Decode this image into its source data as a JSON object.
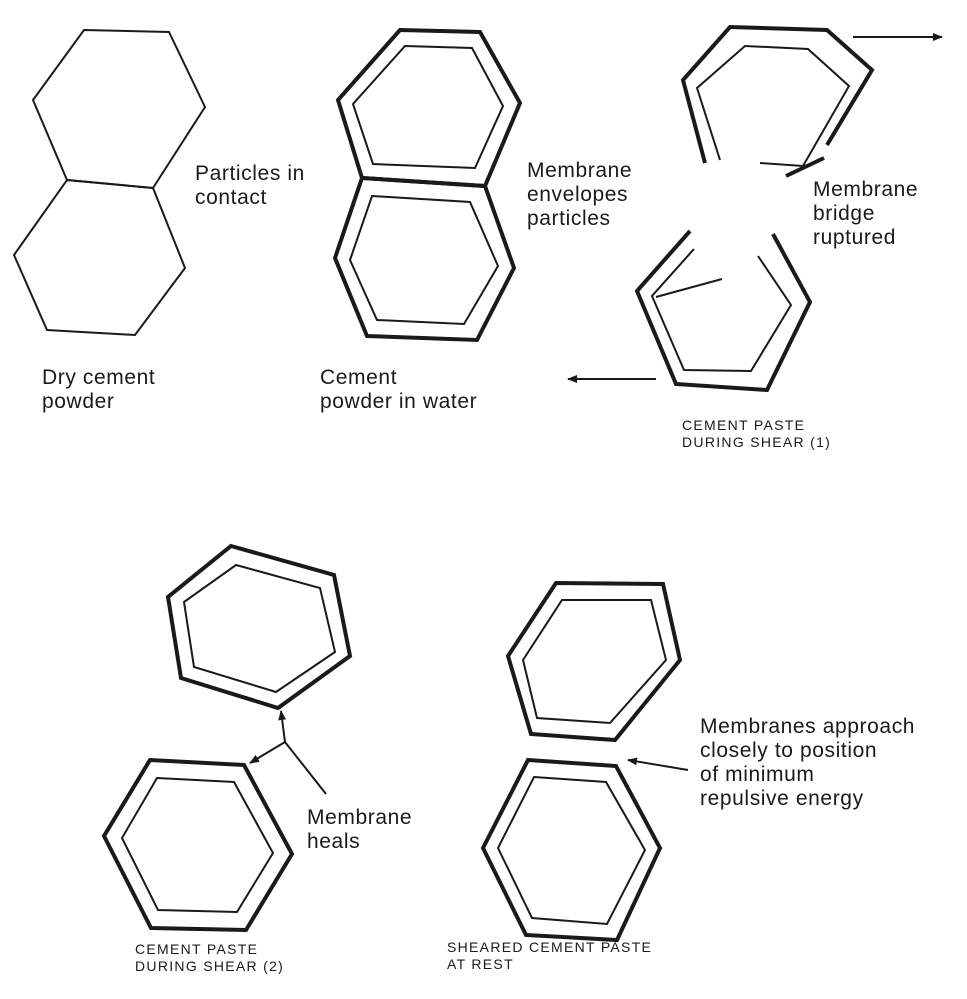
{
  "labels": {
    "particles_in_contact": "Particles in\ncontact",
    "dry_cement_powder": "Dry cement\npowder",
    "membrane_envelopes": "Membrane\nenvelopes\nparticles",
    "cement_in_water": "Cement\npowder in water",
    "membrane_bridge_ruptured": "Membrane\nbridge\nruptured",
    "paste_during_shear_1": "CEMENT PASTE\nDURING SHEAR (1)",
    "membrane_heals": "Membrane\nheals",
    "paste_during_shear_2": "CEMENT PASTE\nDURING SHEAR (2)",
    "sheared_paste_at_rest": "SHEARED CEMENT PASTE\nAT REST",
    "membranes_approach": "Membranes approach\nclosely to position\nof minimum\nrepulsive energy"
  },
  "colors": {
    "stroke": "#1a1a1a",
    "background": "#ffffff"
  }
}
